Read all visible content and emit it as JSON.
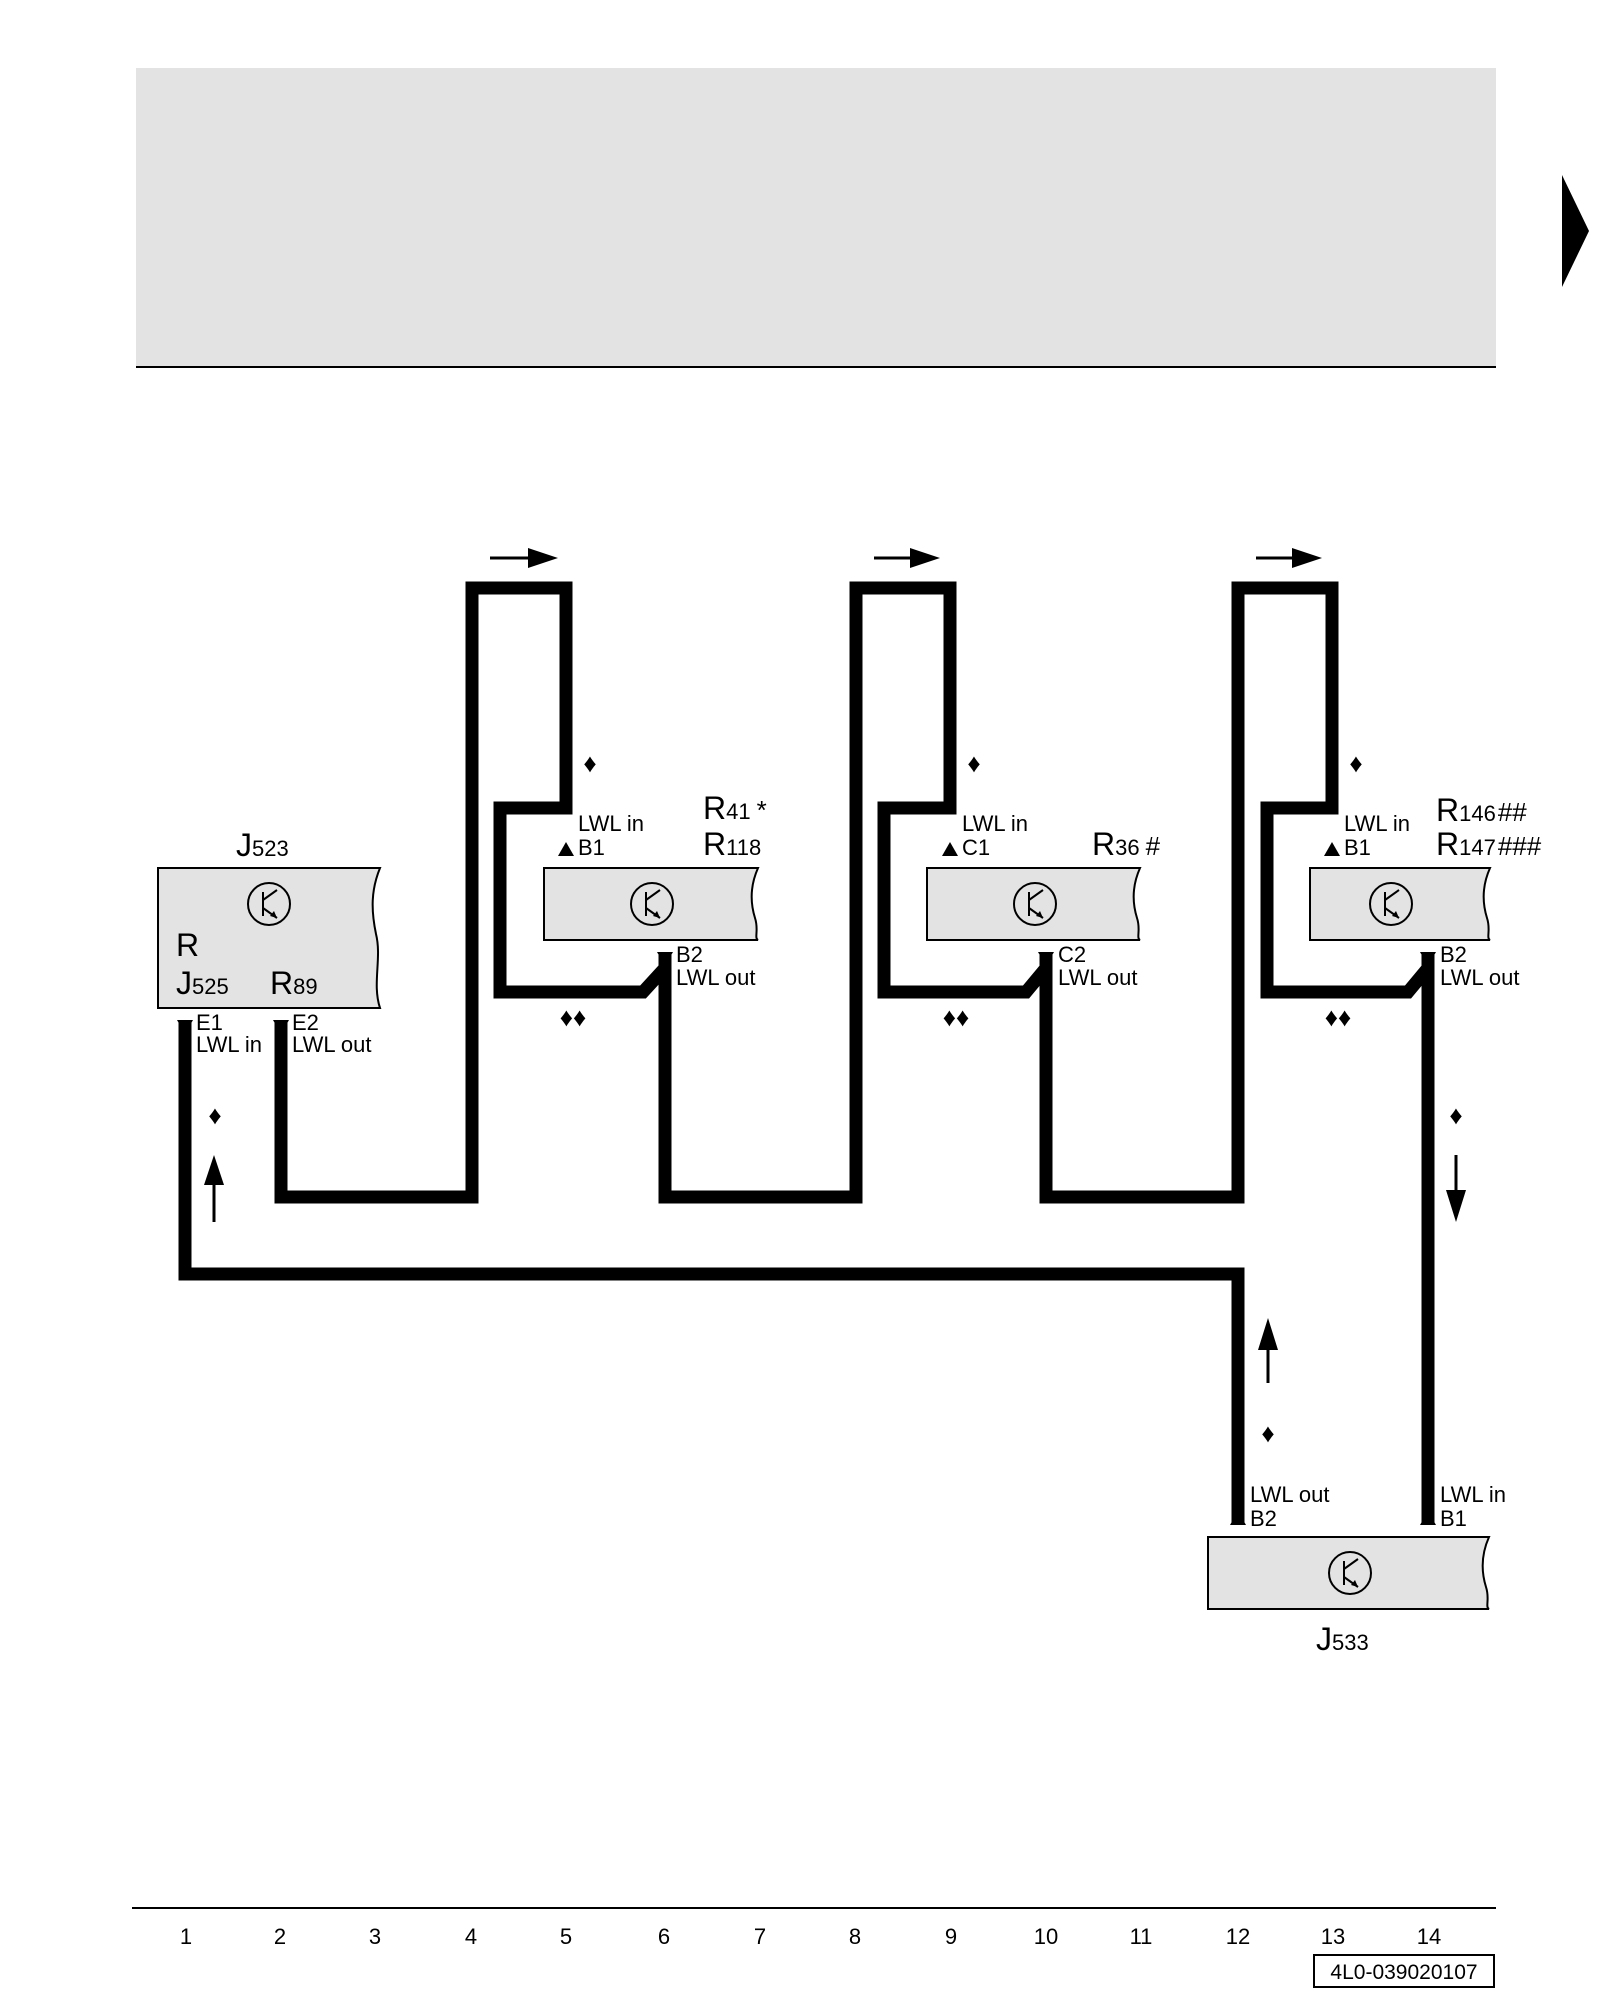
{
  "colors": {
    "header_band": "#e3e3e3",
    "wire": "#000000",
    "component_fill": "#e3e3e3"
  },
  "icons": {
    "page_next": "right-triangle-icon",
    "component_symbol": "transistor-icon"
  },
  "components": {
    "j523": {
      "name": "J",
      "sub": "523"
    },
    "j525": {
      "name": "J",
      "sub": "525"
    },
    "r_left": {
      "name": "R"
    },
    "r89": {
      "name": "R",
      "sub": "89"
    },
    "r41": {
      "name": "R",
      "sub": "41",
      "mark": "*"
    },
    "r118": {
      "name": "R",
      "sub": "118"
    },
    "r36": {
      "name": "R",
      "sub": "36",
      "mark": "#"
    },
    "r146": {
      "name": "R",
      "sub": "146",
      "mark": "##"
    },
    "r147": {
      "name": "R",
      "sub": "147",
      "mark": "###"
    },
    "j533": {
      "name": "J",
      "sub": "533"
    }
  },
  "pins": {
    "j523_e1": {
      "id": "E1",
      "label": "LWL in"
    },
    "j523_e2": {
      "id": "E2",
      "label": "LWL out"
    },
    "c1_b1": {
      "id": "B1",
      "label": "LWL in"
    },
    "c1_b2": {
      "id": "B2",
      "label": "LWL out"
    },
    "c2_c1": {
      "id": "C1",
      "label": "LWL in"
    },
    "c2_c2": {
      "id": "C2",
      "label": "LWL out"
    },
    "c3_b1": {
      "id": "B1",
      "label": "LWL in"
    },
    "c3_b2": {
      "id": "B2",
      "label": "LWL out"
    },
    "j533_b2": {
      "id": "B2",
      "label": "LWL out"
    },
    "j533_b1": {
      "id": "B1",
      "label": "LWL in"
    }
  },
  "markers": {
    "single": "♦",
    "double": "♦♦"
  },
  "footer": {
    "columns": [
      "1",
      "2",
      "3",
      "4",
      "5",
      "6",
      "7",
      "8",
      "9",
      "10",
      "11",
      "12",
      "13",
      "14"
    ],
    "code": "4L0-039020107"
  }
}
